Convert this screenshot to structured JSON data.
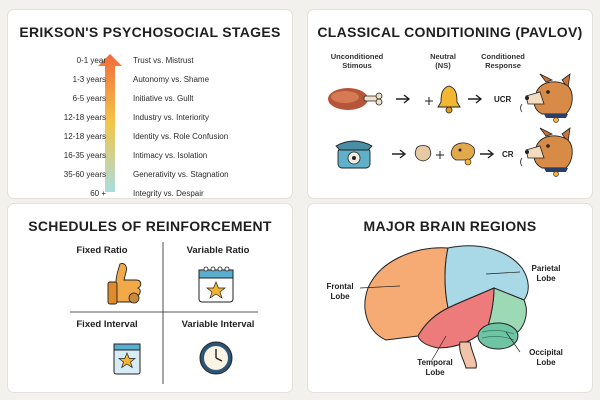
{
  "erikson": {
    "title": "ERIKSON'S PSYCHOSOCIAL STAGES",
    "stages": [
      {
        "age": "0-1 year",
        "stage": "Trust vs. Mistrust"
      },
      {
        "age": "1-3 years",
        "stage": "Autonomy vs. Shame"
      },
      {
        "age": "6-5 years",
        "stage": "Initiative vs. Gullt"
      },
      {
        "age": "12-18 years",
        "stage": "Industry vs. Interiority"
      },
      {
        "age": "12-18 years",
        "stage": "Identity vs. Role Confusion"
      },
      {
        "age": "16-35 years",
        "stage": "Intimacy vs. Isolation"
      },
      {
        "age": "35-60 years",
        "stage": "Generativity vs. Stagnation"
      },
      {
        "age": "60 +",
        "stage": "Integrity vs. Despair"
      }
    ],
    "colors": {
      "arrow_top": "#f26b3a",
      "arrow_mid": "#f3c64a",
      "arrow_bottom": "#a9dce0"
    }
  },
  "pavlov": {
    "title": "CLASSICAL CONDITIONING (PAVLOV)",
    "col1": [
      "Unconditioned",
      "Stimous"
    ],
    "col2": [
      "Neutral",
      "(NS)"
    ],
    "col3": [
      "Conditioned",
      "Response"
    ],
    "row1_response": "UCR",
    "row2_response": "CR",
    "icons": [
      "meat-icon",
      "bell-icon",
      "dog-icon",
      "telephone-icon",
      "food-bowl-icon"
    ]
  },
  "schedules": {
    "title": "SCHEDULES OF REINFORCEMENT",
    "fixed_ratio": "Fixed Ratio",
    "variable_ratio": "Variable Ratio",
    "fixed_interval": "Fixed Interval",
    "variable_interval": "Variable Interval",
    "icons": [
      "thumbs-up-icon",
      "calendar-star-icon",
      "star-note-icon",
      "clock-icon"
    ]
  },
  "brain": {
    "title": "MAJOR BRAIN REGIONS",
    "frontal": [
      "Frontal",
      "Lobe"
    ],
    "parietal": [
      "Parietal",
      "Lobe"
    ],
    "temporal": [
      "Temporal",
      "Lobe"
    ],
    "occipital": [
      "Occipital",
      "Lobe"
    ],
    "colors": {
      "frontal": "#f6ab74",
      "parietal": "#a9d9e6",
      "temporal": "#ee7b7b",
      "occipital": "#9ed9b6",
      "cerebellum": "#6fc4a4",
      "stem": "#f1c3a8"
    }
  }
}
